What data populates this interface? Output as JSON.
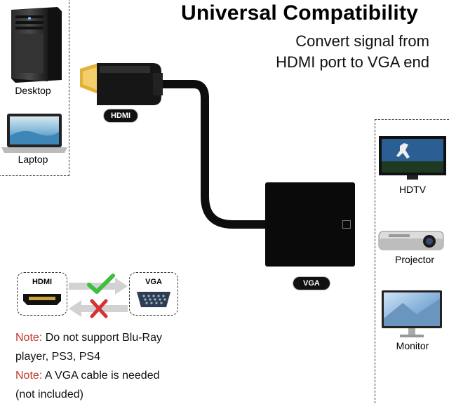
{
  "header": {
    "title": "Universal Compatibility",
    "subtitle_line1": "Convert signal from",
    "subtitle_line2": "HDMI port to VGA end"
  },
  "sources": {
    "desktop_label": "Desktop",
    "laptop_label": "Laptop"
  },
  "cable": {
    "hdmi_label": "HDMI",
    "vga_label": "VGA"
  },
  "displays": {
    "hdtv_label": "HDTV",
    "projector_label": "Projector",
    "monitor_label": "Monitor"
  },
  "direction_diagram": {
    "hdmi_label": "HDMI",
    "vga_label": "VGA",
    "allowed_color": "#3fbf3f",
    "blocked_color": "#d63031"
  },
  "notes": {
    "note_prefix": "Note:",
    "note1_text": " Do not support Blu-Ray",
    "note1_cont": "player, PS3, PS4",
    "note2_text": " A VGA cable is needed",
    "note2_cont": "(not included)",
    "accent_color": "#c0392b"
  }
}
